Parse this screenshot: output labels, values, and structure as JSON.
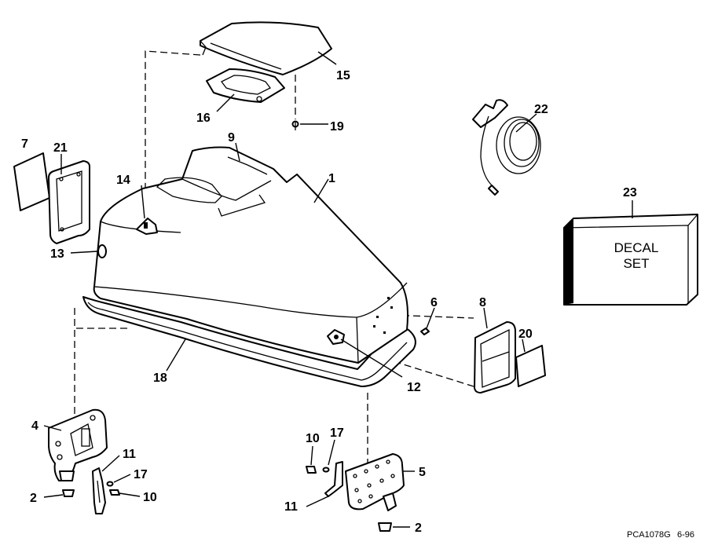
{
  "callouts": {
    "c1": "1",
    "c2a": "2",
    "c2b": "2",
    "c4": "4",
    "c5": "5",
    "c6": "6",
    "c7": "7",
    "c8": "8",
    "c9": "9",
    "c10a": "10",
    "c10b": "10",
    "c11a": "11",
    "c11b": "11",
    "c12": "12",
    "c13": "13",
    "c14": "14",
    "c15": "15",
    "c16": "16",
    "c17a": "17",
    "c17b": "17",
    "c18": "18",
    "c19": "19",
    "c20": "20",
    "c21": "21",
    "c22": "22",
    "c23": "23"
  },
  "decal": {
    "line1": "DECAL",
    "line2": "SET"
  },
  "footer": {
    "code": "PCA1078G",
    "date": "6-96"
  }
}
